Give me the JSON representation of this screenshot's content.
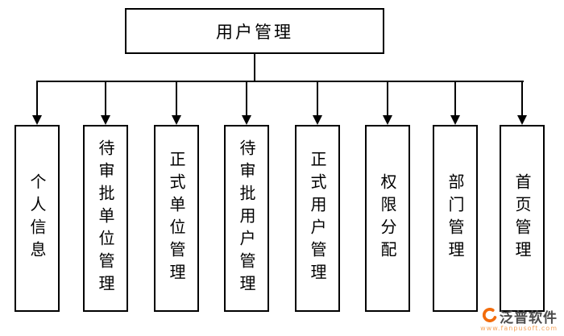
{
  "diagram": {
    "root": {
      "label": "用户管理"
    },
    "children": [
      {
        "label": "个人信息"
      },
      {
        "label": "待审批单位管理"
      },
      {
        "label": "正式单位管理"
      },
      {
        "label": "待审批用户管理"
      },
      {
        "label": "正式用户管理"
      },
      {
        "label": "权限分配"
      },
      {
        "label": "部门管理"
      },
      {
        "label": "首页管理"
      }
    ]
  },
  "watermark": {
    "brand": "泛普软件",
    "url": "www.fanpusoft.com"
  },
  "colors": {
    "line": "#000000",
    "box_border": "#000000",
    "watermark_orange": "#f26c0c",
    "watermark_gray": "#4a4a4a"
  }
}
